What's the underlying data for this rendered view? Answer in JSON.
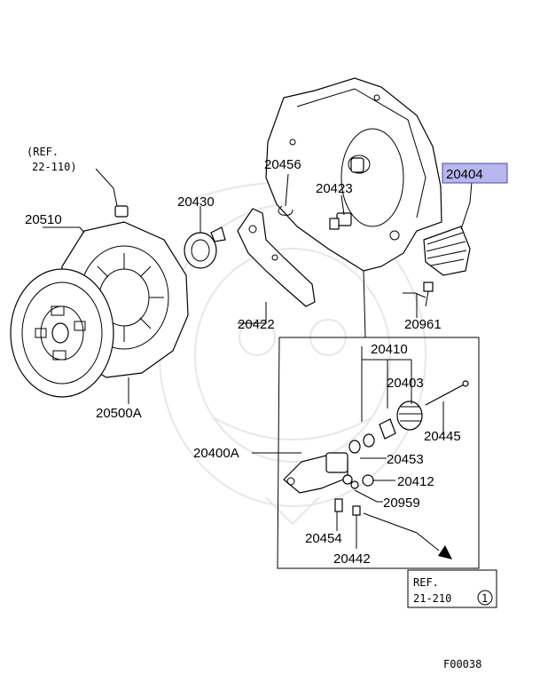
{
  "labels": {
    "p20456": "20456",
    "p20423": "20423",
    "p20404": "20404",
    "p20430": "20430",
    "p20510": "20510",
    "p20422": "20422",
    "p20961": "20961",
    "p20410": "20410",
    "p20403": "20403",
    "p20445": "20445",
    "p20500A": "20500A",
    "p20400A": "20400A",
    "p20453": "20453",
    "p20412": "20412",
    "p20959": "20959",
    "p20454": "20454",
    "p20442": "20442"
  },
  "ref_top": {
    "line1": "(REF.",
    "line2": "22-110)"
  },
  "ref_bottom": {
    "line1": "REF.",
    "line2": "21-210",
    "badge": "1"
  },
  "figure_code": "F00038",
  "colors": {
    "highlight": "#b8b6ee"
  }
}
